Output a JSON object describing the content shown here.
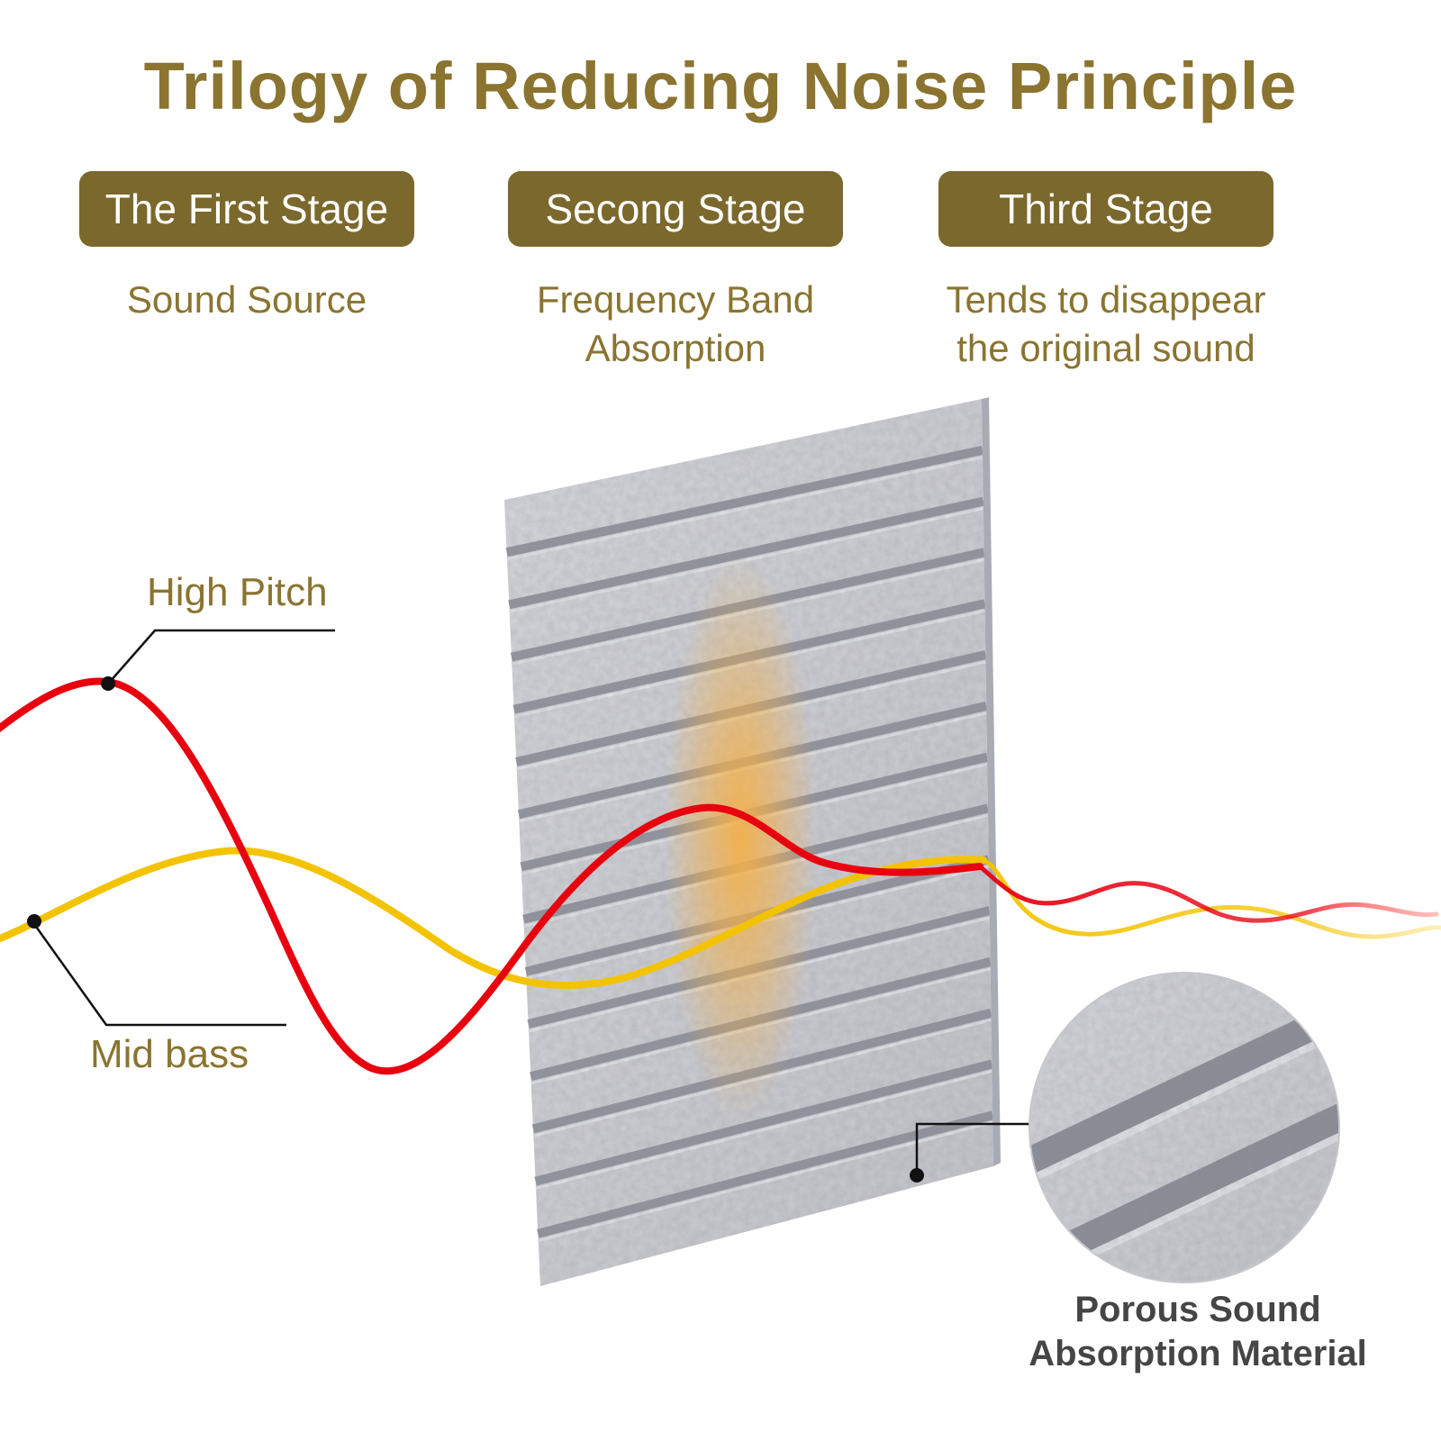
{
  "title": "Trilogy of Reducing Noise Principle",
  "stages": [
    {
      "badge": "The First Stage",
      "desc_lines": [
        "Sound Source"
      ]
    },
    {
      "badge": "Secong Stage",
      "desc_lines": [
        "Frequency Band",
        "Absorption"
      ]
    },
    {
      "badge": "Third Stage",
      "desc_lines": [
        "Tends to disappear",
        "the original sound"
      ]
    }
  ],
  "wave_labels": {
    "high_pitch": "High Pitch",
    "mid_bass": "Mid bass"
  },
  "inset_label": {
    "line1": "Porous Sound",
    "line2": "Absorption Material"
  },
  "colors": {
    "brand_brown": "#8a7430",
    "badge_background": "#7b682c",
    "badge_text": "#ffffff",
    "red_wave": "#e8000f",
    "yellow_wave": "#f3c300",
    "panel_gray": "#cbccd2",
    "panel_groove_gray": "#8d8f99",
    "glow_orange": "#f3b04a",
    "callout_black": "#111111",
    "inset_label_gray": "#454545"
  }
}
